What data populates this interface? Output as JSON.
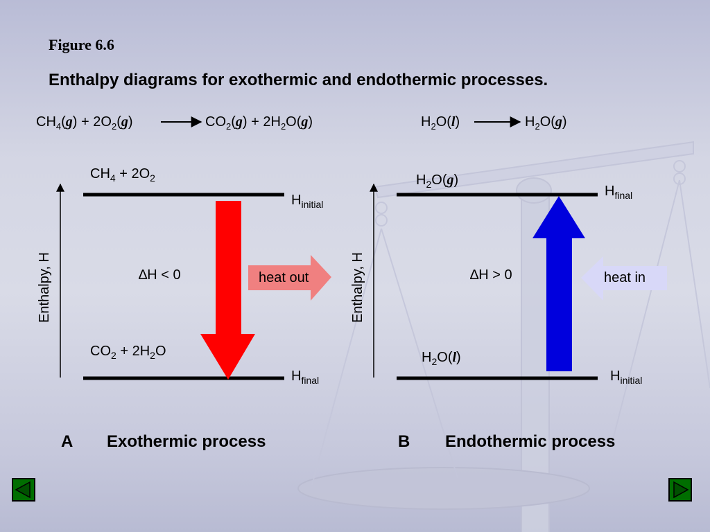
{
  "figure_label": "Figure 6.6",
  "figure_title": "Enthalpy diagrams for exothermic and endothermic processes.",
  "diagram_a": {
    "equation": {
      "r1": "CH",
      "r1_sub": "4",
      "r1_state": "g",
      "plus1": " + 2O",
      "r2_sub": "2",
      "r2_state": "g",
      "p1": "CO",
      "p1_sub": "2",
      "p1_state": "g",
      "plus2": " + 2H",
      "p2_sub": "2",
      "p2_tail": "O",
      "p2_state": "g"
    },
    "top_species": {
      "a": "CH",
      "a_sub": "4",
      "b": " + 2O",
      "b_sub": "2"
    },
    "bottom_species": {
      "a": "CO",
      "a_sub": "2",
      "b": " + 2H",
      "b_sub": "2",
      "c": "O"
    },
    "top_level": {
      "main": "H",
      "sub": "initial"
    },
    "bottom_level": {
      "main": "H",
      "sub": "final"
    },
    "y_axis_label": "Enthalpy, H",
    "delta_h": "∆H < 0",
    "heat_label": "heat out",
    "caption_letter": "A",
    "caption": "Exothermic process",
    "arrow_color": "#ff0000",
    "heat_arrow_color": "#f08080"
  },
  "diagram_b": {
    "equation": {
      "r1": "H",
      "r1_sub": "2",
      "r1_tail": "O",
      "r1_state": "l",
      "p1": "H",
      "p1_sub": "2",
      "p1_tail": "O",
      "p1_state": "g"
    },
    "top_species": {
      "a": "H",
      "a_sub": "2",
      "b": "O",
      "state": "g"
    },
    "bottom_species": {
      "a": "H",
      "a_sub": "2",
      "b": "O",
      "state": "l"
    },
    "top_level": {
      "main": "H",
      "sub": "final"
    },
    "bottom_level": {
      "main": "H",
      "sub": "initial"
    },
    "y_axis_label": "Enthalpy, H",
    "delta_h": "∆H > 0",
    "heat_label": "heat in",
    "caption_letter": "B",
    "caption": "Endothermic process",
    "arrow_color": "#0000dd",
    "heat_arrow_color": "#d8d8f8"
  },
  "nav": {
    "prev_icon": "triangle-left-icon",
    "next_icon": "triangle-right-icon"
  }
}
